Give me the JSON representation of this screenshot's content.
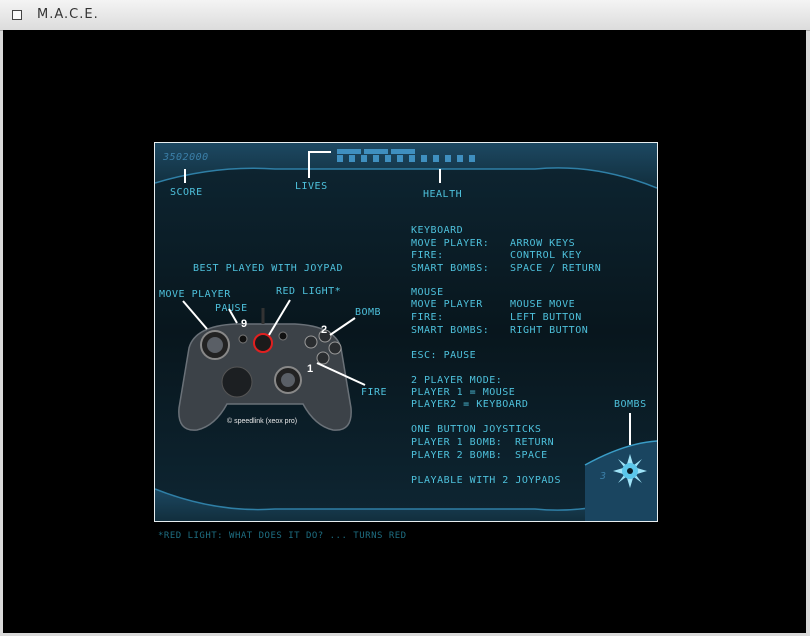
{
  "window": {
    "title": "M.A.C.E."
  },
  "hud": {
    "score_value": "3502000",
    "score_label": "SCORE",
    "lives_label": "LIVES",
    "health_label": "HEALTH",
    "bombs_label": "BOMBS",
    "bombs_count": "3",
    "lives_segments": 3,
    "health_blocks": 12
  },
  "controller": {
    "best_played": "BEST PLAYED WITH JOYPAD",
    "move_player": "MOVE PLAYER",
    "pause": "PAUSE",
    "red_light": "RED LIGHT*",
    "bomb": "BOMB",
    "fire": "FIRE",
    "num_9": "9",
    "num_2": "2",
    "num_1": "1",
    "copyright": "© speedlink (xeox pro)"
  },
  "instructions": {
    "keyboard_header": "KEYBOARD",
    "keyboard": [
      {
        "action": "MOVE PLAYER:",
        "key": "ARROW KEYS"
      },
      {
        "action": "FIRE:",
        "key": "CONTROL KEY"
      },
      {
        "action": "SMART BOMBS:",
        "key": "SPACE / RETURN"
      }
    ],
    "mouse_header": "MOUSE",
    "mouse": [
      {
        "action": "MOVE PLAYER",
        "key": "MOUSE MOVE"
      },
      {
        "action": "FIRE:",
        "key": "LEFT BUTTON"
      },
      {
        "action": "SMART BOMBS:",
        "key": "RIGHT BUTTON"
      }
    ],
    "esc": "ESC: PAUSE",
    "two_player_header": "2 PLAYER MODE:",
    "player1": "PLAYER 1 = MOUSE",
    "player2": "PLAYER2 = KEYBOARD",
    "one_button_header": "ONE BUTTON JOYSTICKS",
    "one_button": [
      {
        "action": "PLAYER 1 BOMB:",
        "key": "RETURN"
      },
      {
        "action": "PLAYER 2 BOMB:",
        "key": "SPACE"
      }
    ],
    "joypads": "PLAYABLE WITH 2 JOYPADS"
  },
  "footnote": "*RED LIGHT: WHAT DOES IT DO? ... TURNS RED",
  "colors": {
    "hud_text": "#4ec1dc",
    "hud_bar": "#3f8fbf",
    "background": "#0b1d26"
  }
}
